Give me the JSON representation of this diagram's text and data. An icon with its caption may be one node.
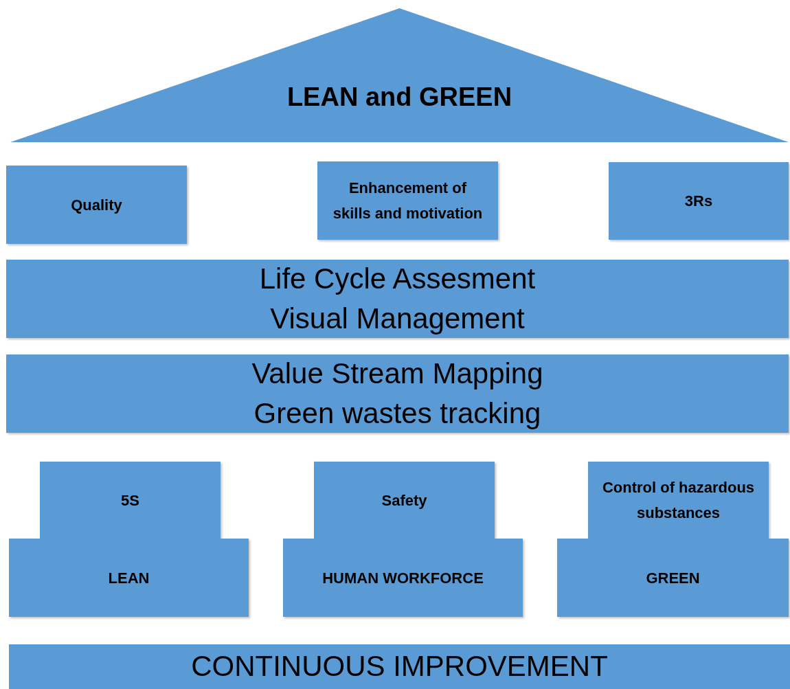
{
  "diagram": {
    "nodes": [
      {
        "text": [
          "LEAN and GREEN"
        ]
      },
      {
        "text": [
          "Quality"
        ]
      },
      {
        "text": [
          "Enhancement of skills and motivation"
        ]
      },
      {
        "text": [
          "3Rs"
        ]
      },
      {
        "text": [
          "Life Cycle Assesment",
          "Visual Management"
        ]
      },
      {
        "text": [
          "Value Stream Mapping",
          "Green wastes tracking"
        ]
      },
      {
        "text": [
          "5S"
        ]
      },
      {
        "text": [
          "Safety"
        ]
      },
      {
        "text": [
          "Control of hazardous substances"
        ]
      },
      {
        "text": [
          "LEAN"
        ]
      },
      {
        "text": [
          "HUMAN WORKFORCE"
        ]
      },
      {
        "text": [
          "GREEN"
        ]
      },
      {
        "text": [
          "CONTINUOUS IMPROVEMENT"
        ]
      }
    ]
  }
}
